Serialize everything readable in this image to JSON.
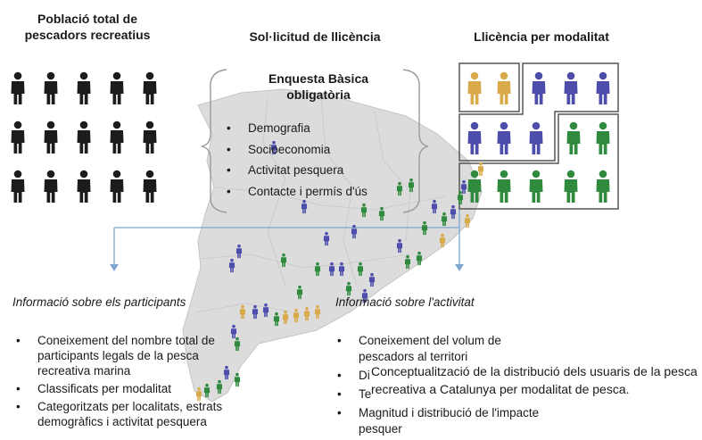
{
  "titles": {
    "population": "Població total de pescadors recreatius",
    "request": "Sol·licitud de llicència",
    "modality": "Llicència per modalitat"
  },
  "survey": {
    "title": "Enquesta Bàsica obligatòria",
    "items": [
      "Demografia",
      "Socioeconomia",
      "Activitat pesquera",
      "Contacte i permís d'ús"
    ]
  },
  "participants": {
    "heading": "Informació sobre els participants",
    "items": [
      "Coneixement del nombre total de participants legals de la pesca recreativa marina",
      "Classificats per modalitat",
      "Categoritzats per localitats, estrats demogràfics i activitat pesquera"
    ]
  },
  "activity": {
    "heading": "Informació sobre l'activitat",
    "items": [
      "Coneixement del volum de pescadors al territori",
      "Di",
      "Te",
      "Magnitud i distribució de l'impacte pesquer"
    ]
  },
  "caption": "Conceptualització de la distribució dels usuaris de la pesca recreativa a Catalunya per modalitat de pesca.",
  "colors": {
    "population": "#1c1c1c",
    "gold": "#d9aa4a",
    "blue": "#4d4dab",
    "green": "#2f8a3e",
    "map": "#dcdcdc",
    "connector": "#7da5cf"
  }
}
